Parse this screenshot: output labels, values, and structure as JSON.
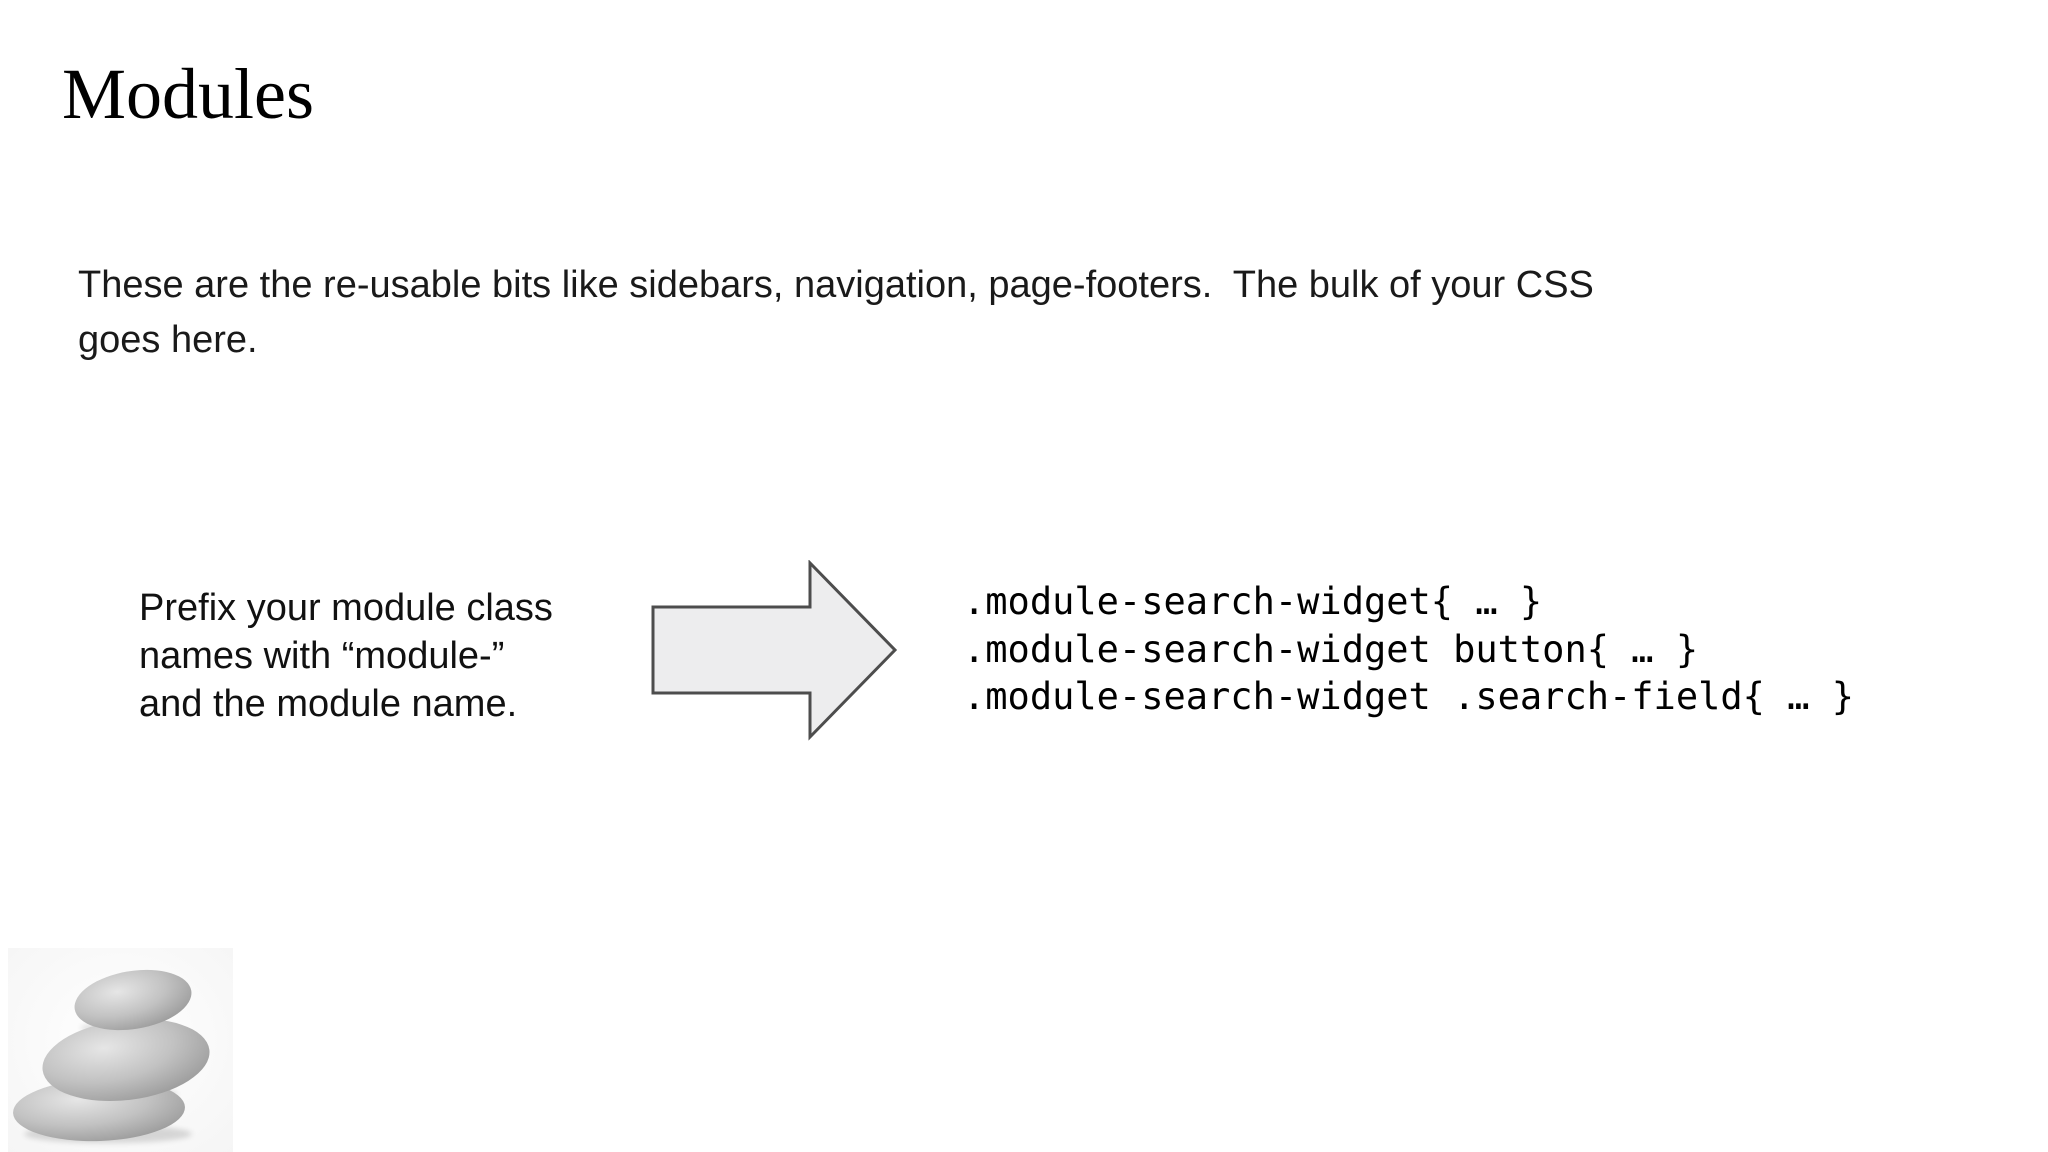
{
  "slide": {
    "title": "Modules",
    "intro": "These are the re-usable bits like sidebars, navigation, page-footers.  The bulk of your CSS\ngoes here.",
    "tip": "Prefix your module class\nnames with “module-”\nand the module name.",
    "code_lines": [
      ".module-search-widget{ … }",
      ".module-search-widget button{ … }",
      ".module-search-widget .search-field{ … }"
    ],
    "arrow_icon": "right-arrow",
    "image_description": "three stacked gray zen stones",
    "colors": {
      "background": "#ffffff",
      "title_text": "#000000",
      "body_text": "#1a1a1a",
      "code_text": "#000000",
      "arrow_fill": "#ededee",
      "arrow_stroke": "#4d4d4d",
      "stone_light": "#e6e6e6",
      "stone_mid": "#b5b5b5",
      "stone_dark": "#9a9a9a"
    }
  }
}
